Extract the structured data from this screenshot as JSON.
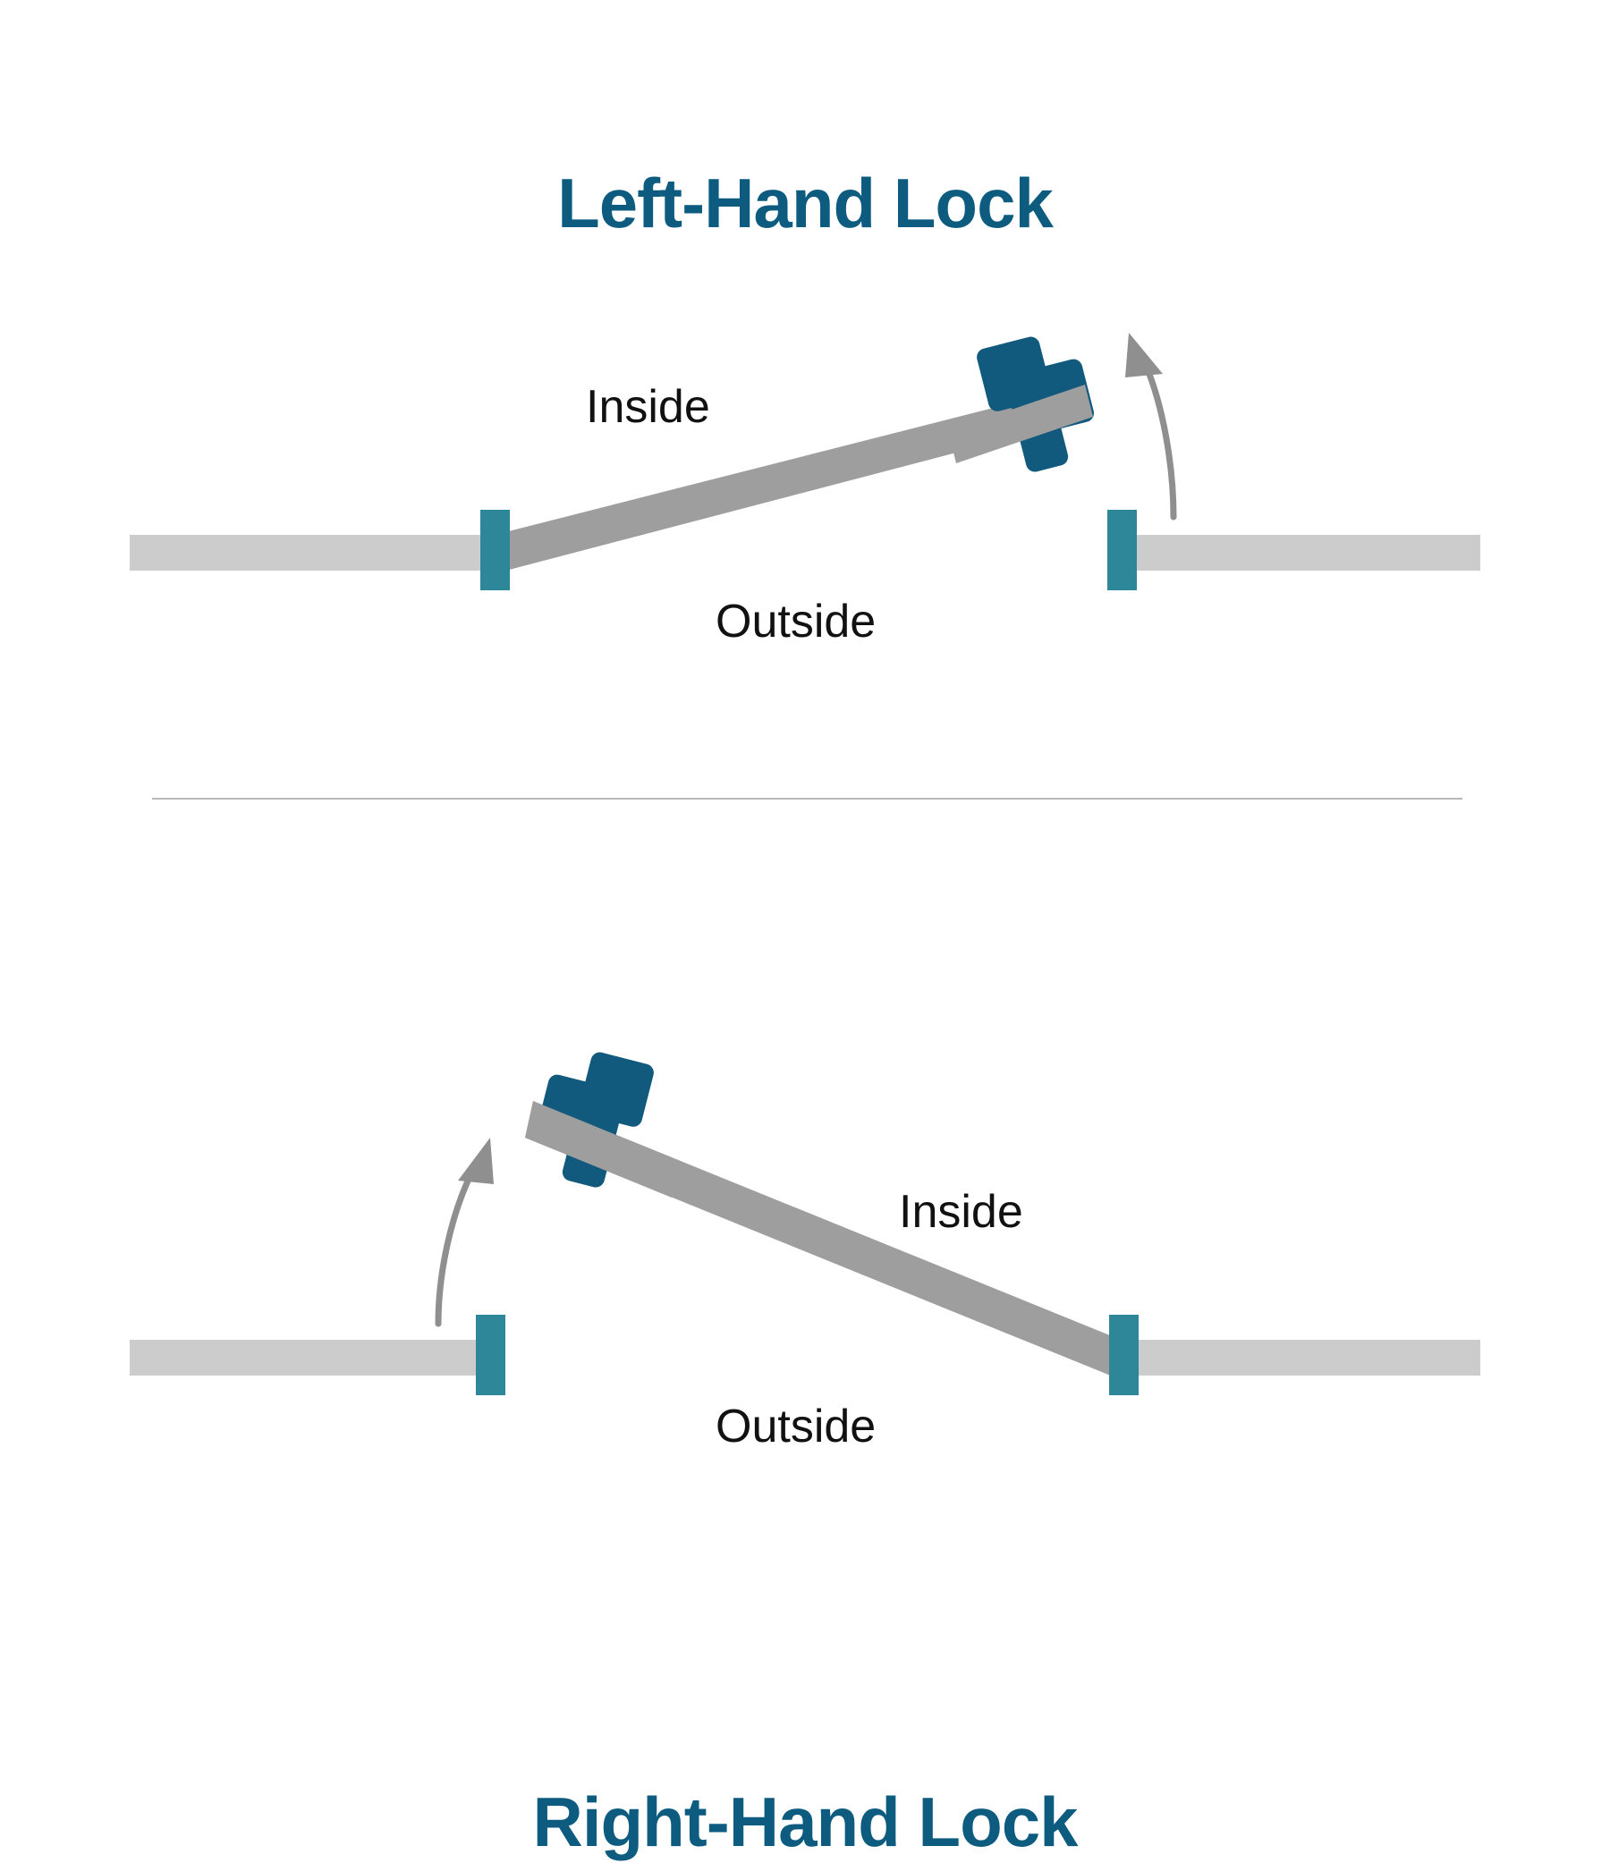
{
  "diagram": {
    "type": "technical-illustration",
    "subject": "door-lock-handing",
    "colors": {
      "title": "#0d5c80",
      "lock": "#12597e",
      "hinge": "#2e8799",
      "door": "#9e9e9e",
      "wall": "#cccccc",
      "arrow": "#8f8f8f",
      "divider": "#b9b9b9",
      "label": "#111111",
      "background": "#ffffff"
    }
  },
  "panels": [
    {
      "id": "left-hand",
      "title": "Left-Hand Lock",
      "labels": {
        "inside": "Inside",
        "outside": "Outside"
      },
      "hinge_side": "left",
      "lock_side": "right",
      "swing": "inward-up-left",
      "icons": {
        "lock": "lock-icon",
        "hinge": "hinge-icon",
        "arrow": "swing-direction-arrow-icon",
        "wall": "wall-bar",
        "door": "door-panel"
      }
    },
    {
      "id": "right-hand",
      "title": "Right-Hand Lock",
      "labels": {
        "inside": "Inside",
        "outside": "Outside"
      },
      "hinge_side": "right",
      "lock_side": "left",
      "swing": "inward-up-right",
      "icons": {
        "lock": "lock-icon",
        "hinge": "hinge-icon",
        "arrow": "swing-direction-arrow-icon",
        "wall": "wall-bar",
        "door": "door-panel"
      }
    }
  ]
}
